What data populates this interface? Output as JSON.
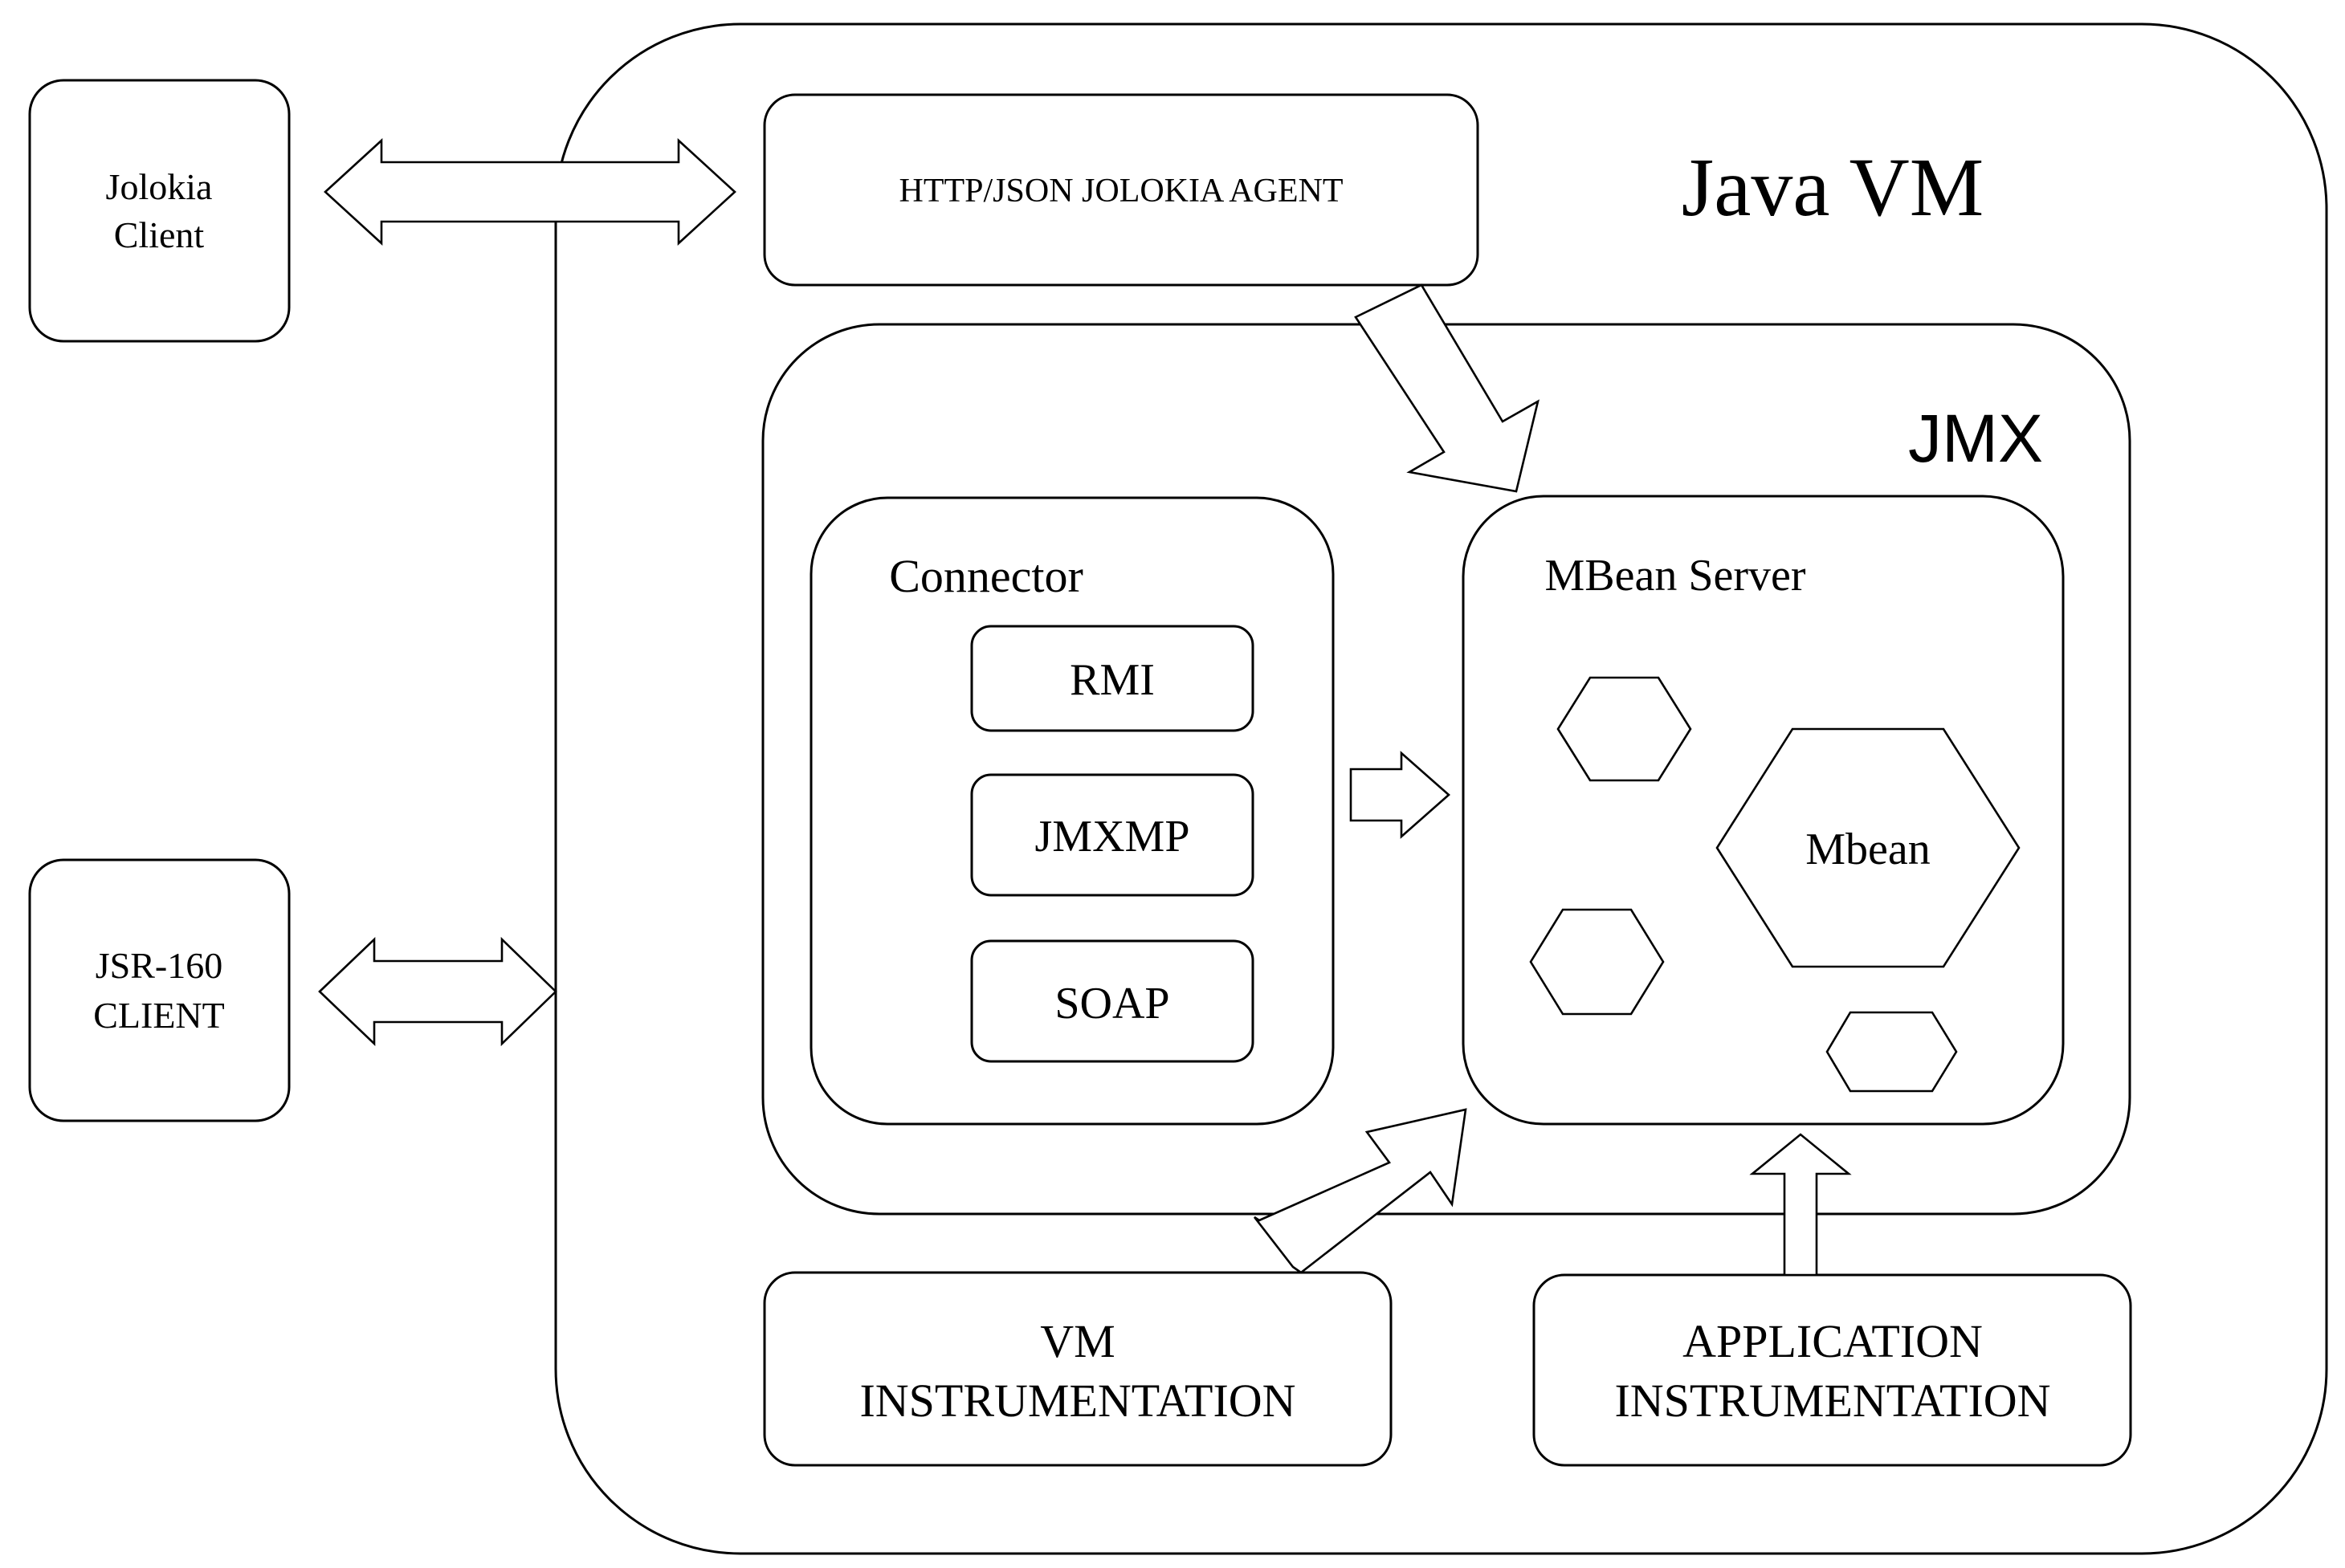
{
  "diagram": {
    "java_vm_label": "Java VM",
    "jmx_label": "JMX",
    "jolokia_client": {
      "line1": "Jolokia",
      "line2": "Client"
    },
    "jsr160_client": {
      "line1": "JSR-160",
      "line2": "CLIENT"
    },
    "jolokia_agent_label": "HTTP/JSON JOLOKIA AGENT",
    "connector": {
      "title": "Connector",
      "protocols": [
        "RMI",
        "JMXMP",
        "SOAP"
      ]
    },
    "mbean_server": {
      "title": "MBean Server",
      "mbean_label": "Mbean"
    },
    "vm_instrumentation": {
      "line1": "VM",
      "line2": "INSTRUMENTATION"
    },
    "app_instrumentation": {
      "line1": "APPLICATION",
      "line2": "INSTRUMENTATION"
    }
  }
}
